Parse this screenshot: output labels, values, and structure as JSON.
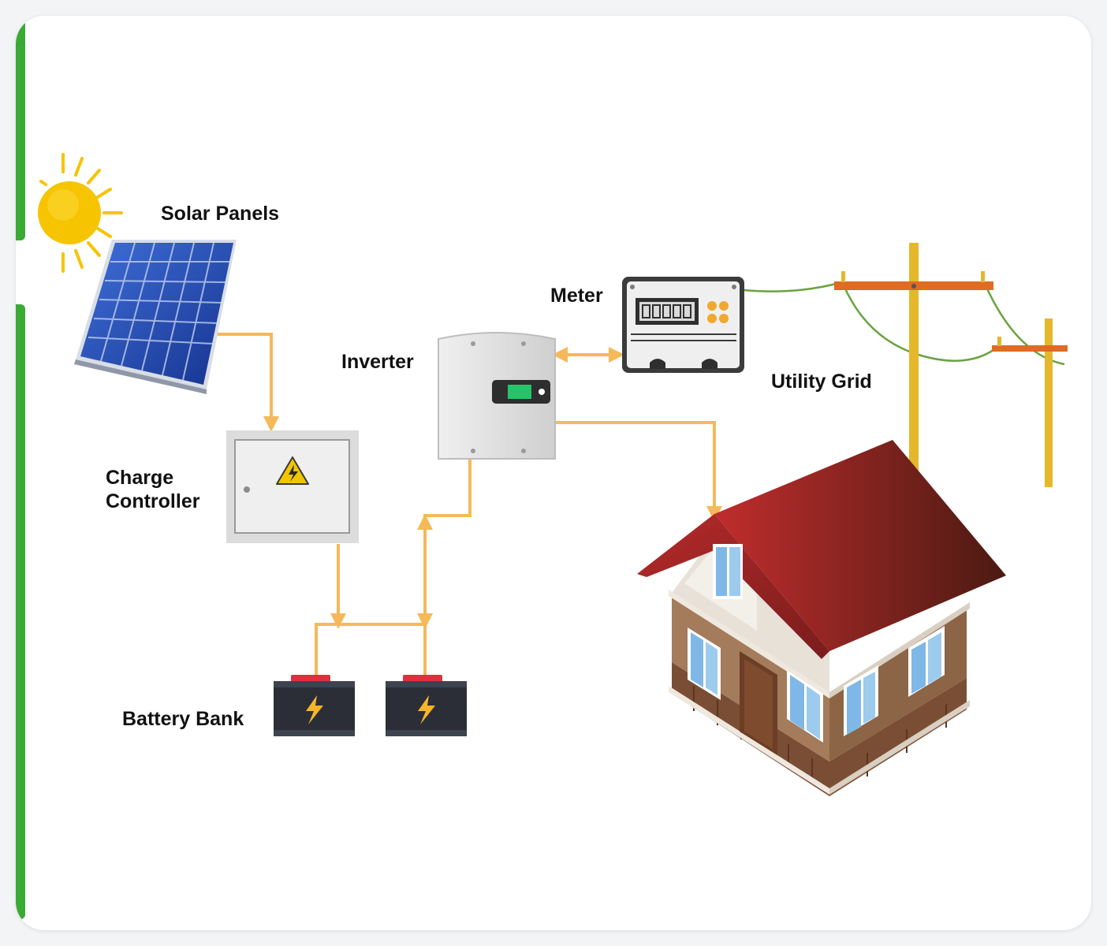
{
  "colors": {
    "accent": "#3aaa35",
    "wire": "#f5b95a",
    "grid_wire": "#6aa33e",
    "pole": "#e5b72b",
    "crossarm": "#e06b22",
    "sun": "#f6c400",
    "roof": "#9b2323",
    "wall": "#9c7456"
  },
  "labels": {
    "solar_panels": "Solar Panels",
    "meter": "Meter",
    "inverter": "Inverter",
    "utility_grid": "Utility Grid",
    "charge_controller_line1": "Charge",
    "charge_controller_line2": "Controller",
    "battery_bank": "Battery Bank"
  },
  "icons": [
    "sun-icon",
    "solar-panel-icon",
    "charge-controller-icon",
    "high-voltage-warning-icon",
    "inverter-icon",
    "meter-icon",
    "utility-pole-icon",
    "battery-icon",
    "lightning-bolt-icon",
    "house-icon"
  ]
}
